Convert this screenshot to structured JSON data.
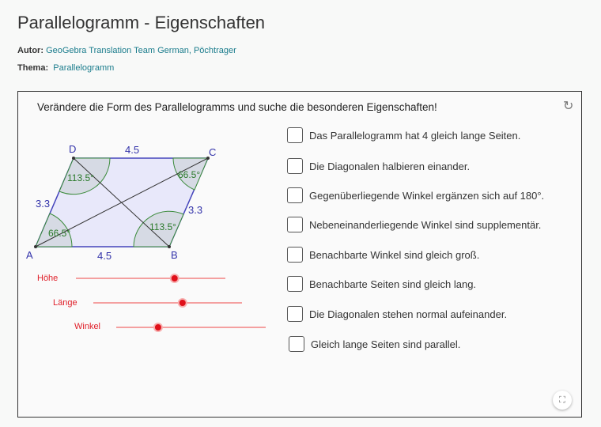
{
  "title": "Parallelogramm - Eigenschaften",
  "author_label": "Autor:",
  "author": "GeoGebra Translation Team German, Pöchtrager",
  "topic_label": "Thema:",
  "topic": "Parallelogramm",
  "task": "Verändere die Form des Parallelogramms und suche die besonderen Eigenschaften!",
  "points": {
    "A": "A",
    "B": "B",
    "C": "C",
    "D": "D"
  },
  "sides": {
    "ab": "4.5",
    "dc": "4.5",
    "ad": "3.3",
    "bc": "3.3"
  },
  "angles": {
    "a": "66.5°",
    "b": "113.5°",
    "c": "66.5°",
    "d": "113.5°"
  },
  "sliders": [
    {
      "label": "Höhe",
      "value": 0.66
    },
    {
      "label": "Länge",
      "value": 0.6
    },
    {
      "label": "Winkel",
      "value": 0.28
    }
  ],
  "checkboxes": [
    "Das Parallelogramm hat 4 gleich lange Seiten.",
    "Die Diagonalen halbieren einander.",
    "Gegenüberliegende Winkel ergänzen sich auf 180°.",
    "Nebeneinanderliegende Winkel sind supplementär.",
    "Benachbarte Winkel sind gleich groß.",
    "Benachbarte Seiten sind gleich lang.",
    "Die Diagonalen stehen normal aufeinander.",
    "Gleich lange Seiten sind parallel."
  ]
}
